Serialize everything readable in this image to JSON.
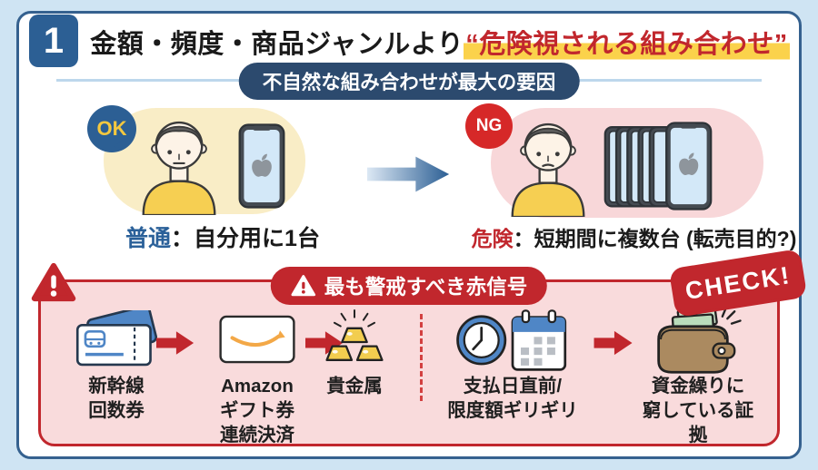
{
  "colors": {
    "background": "#cfe4f3",
    "card_border": "#35618f",
    "accent_red": "#c1272d",
    "highlight_yellow": "#fbd24b",
    "badge_blue": "#2c5f94",
    "navy_pill": "#2c4a6e",
    "ok_blue": "#2a6099",
    "ng_red": "#d62828",
    "pink_panel": "#f9dbdc"
  },
  "header": {
    "number": "1",
    "title_black": "金額・頻度・商品ジャンルより",
    "title_red": "“危険視される組み合わせ”",
    "subtitle": "不自然な組み合わせが最大の要因"
  },
  "comparison": {
    "ok": {
      "badge": "OK",
      "caption_label": "普通",
      "caption_rest": "：自分用に1台",
      "person_icon": "person-icon",
      "item_icon": "smartphone-icon"
    },
    "ng": {
      "badge": "NG",
      "caption_label": "危険",
      "caption_rest": "：短期間に複数台 (転売目的?)",
      "person_icon": "person-icon",
      "item_icon": "smartphone-stack-icon"
    }
  },
  "red_flags": {
    "header": "最も警戒すべき赤信号",
    "check_badge": "CHECK!",
    "left_chain": [
      {
        "icon": "shinkansen-ticket-icon",
        "label": "新幹線\n回数券"
      },
      {
        "icon": "amazon-gift-card-icon",
        "label": "Amazon\nギフト券\n連続決済"
      },
      {
        "icon": "gold-bars-icon",
        "label": "貴金属"
      }
    ],
    "right_chain": [
      {
        "icon": "clock-calendar-icon",
        "label": "支払日直前/\n限度額ギリギリ"
      },
      {
        "icon": "wallet-icon",
        "label": "資金繰りに\n窮している証拠"
      }
    ]
  }
}
